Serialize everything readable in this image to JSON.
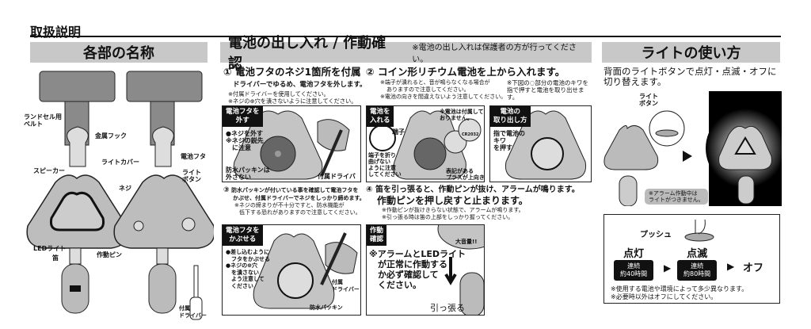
{
  "page_title": "取扱説明",
  "parts": {
    "title": "各部の名称",
    "labels": {
      "belt": "ランドセル用\nベルト",
      "hook": "金属フック",
      "light_cover": "ライトカバー",
      "speaker": "スピーカー",
      "led": "LEDライト",
      "whistle": "笛",
      "pin": "作動ピン",
      "battery_cover": "電池フタ",
      "light_button": "ライト\nボタン",
      "screw": "ネジ",
      "driver": "付属\nドライバー"
    }
  },
  "battery": {
    "title": "電池の出し入れ / 作動確認",
    "note": "※電池の出し入れは保護者の方が行ってください。",
    "step1": {
      "num": "①",
      "line1": "電池フタのネジ1箇所を付属",
      "line2": "ドライバーでゆるめ、電池フタを外します。",
      "note1": "※付属ドライバーを使用してください。",
      "note2": "※ネジの⊕穴を潰さないように注意してください。"
    },
    "step2": {
      "num": "②",
      "line1": "コイン形リチウム電池を上から入れます。",
      "note1": "※端子が潰れると、音が鳴らなくなる場合が",
      "note2": "ありますので注意してください。",
      "note3": "※電池の向きを間違えないよう注意してください。",
      "note4": "※下図の◌部分の電池のキワを指で押すと電池を取り出せます。"
    },
    "step3": {
      "num": "③",
      "line1": "防水パッキンが付いている事を確認して電池フタを",
      "line2": "かぶせ、付属ドライバーでネジをしっかり締めます。",
      "note1": "※ネジの締まりが不十分ですと、防水機能が",
      "note2": "低下する恐れがありますので注意してください。"
    },
    "step4": {
      "num": "④",
      "line1": "笛を引っ張ると、作動ピンが抜け、アラームが鳴ります。",
      "line2": "作動ピンを押し戻すと止まります。",
      "note1": "※作動ピンが抜けきらない状態で、アラームが鳴ります。",
      "note2": "※引っ張る時は笛の上部をしっかり握ってください。"
    },
    "panels": {
      "remove": {
        "tag": "電池フタを\n外す",
        "a": "●ネジを外す\n※ネジの鋭先\n　に注意",
        "b": "防水パッキンは\n外さない",
        "c": "付属ドライバー"
      },
      "insert": {
        "tag": "電池を\n入れる",
        "a": "端子",
        "b": "端子を折り\n曲げない\nように注意\nしてください",
        "c": "※電池は付属して\nおりません。",
        "d": "表記がある\nプラスが上向き",
        "cell": "CR2032"
      },
      "takeout": {
        "tag": "電池の\n取り出し方",
        "a": "指で電池の\nキワ\nを押す"
      },
      "cover": {
        "tag": "電池フタを\nかぶせる",
        "a": "●差し込むように\n　フタをかぶせる\n●ネジの⊕穴\n　を潰さない\n　よう注意して\n　ください",
        "b": "付属\nドライバー",
        "c": "防水パッキン"
      },
      "check": {
        "tag": "作動\n確認",
        "a": "※アラームとLEDライト\n　が正常に作動する\n　か必ず確認して\n　ください。",
        "b": "大音量!!",
        "c": "引っ張る"
      }
    }
  },
  "light": {
    "title": "ライトの使い方",
    "desc": "背面のライトボタンで点灯・点滅・オフに切り替えます。",
    "button_label": "ライト\nボタン",
    "alarm_note": "※アラーム作動中は\nライトがつきません。",
    "push": "プッシュ",
    "mode1": "点灯",
    "mode1_time": "連続\n約40時間",
    "mode2": "点滅",
    "mode2_time": "連続\n約80時間",
    "mode3": "オフ",
    "note1": "※使用する電池や環境によって多少異なります。",
    "note2": "※必要時以外はオフにしてください。"
  }
}
